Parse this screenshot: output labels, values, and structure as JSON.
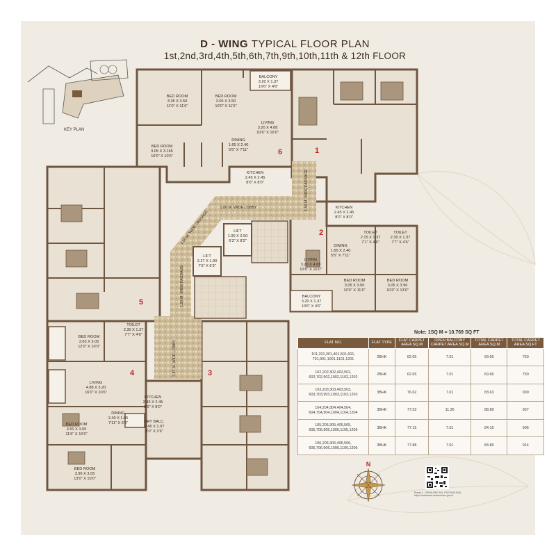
{
  "title": {
    "wing": "D - WING",
    "rest": "TYPICAL FLOOR PLAN",
    "floors": "1st,2nd,3rd,4th,5th,6th,7th,9th,10th,11th & 12th FLOOR"
  },
  "key_plan": "KEY PLAN",
  "rooms": {
    "bed1": {
      "name": "BED ROOM",
      "dims": "3.35 X 3.50",
      "imp": "11'0\" X 11'6\""
    },
    "bed2": {
      "name": "BED ROOM",
      "dims": "3.05 X 3.50",
      "imp": "10'0\" X 11'6\""
    },
    "balcony6": {
      "name": "BALCONY",
      "dims": "3.20 X 1.37",
      "imp": "10'6\" X 4'6\""
    },
    "living6": {
      "name": "LIVING",
      "dims": "3.20 X 4.88",
      "imp": "10'6\" X 16'0\""
    },
    "bed3": {
      "name": "BED ROOM",
      "dims": "3.05 X 3.165",
      "imp": "10'0\" X 10'5\""
    },
    "dining6": {
      "name": "DINING",
      "dims": "1.65 X 2.40",
      "imp": "5'5\" X 7'11\""
    },
    "kitchen6": {
      "name": "KITCHEN",
      "dims": "2.45 X 2.45",
      "imp": "8'0\" X 8'0\""
    },
    "kitchen2": {
      "name": "KITCHEN",
      "dims": "2.45 X 2.45",
      "imp": "8'0\" X 8'0\""
    },
    "toilet2a": {
      "name": "TOILET",
      "dims": "2.15 X 1.37",
      "imp": "7'1\" X 4'6\""
    },
    "toilet2b": {
      "name": "TOILET",
      "dims": "2.30 X 1.37",
      "imp": "7'7\" X 4'6\""
    },
    "dining2": {
      "name": "DINING",
      "dims": "1.65 X 2.40",
      "imp": "5'5\" X 7'11\""
    },
    "living2": {
      "name": "LIVING",
      "dims": "3.20 X 4.88",
      "imp": "10'6\" X 16'0\""
    },
    "bed2a": {
      "name": "BED ROOM",
      "dims": "3.05 X 3.50",
      "imp": "10'0\" X 11'6\""
    },
    "bed2b": {
      "name": "BED ROOM",
      "dims": "3.05 X 3.96",
      "imp": "10'0\" X 13'0\""
    },
    "balcony2": {
      "name": "BALCONY",
      "dims": "3.20 X 1.37",
      "imp": "10'6\" X 4'6\""
    },
    "lift1": {
      "name": "LIFT",
      "dims": "1.90 X 2.50",
      "imp": "6'3\" X 8'2\""
    },
    "lift2": {
      "name": "LIFT",
      "dims": "2.27 X 1.90",
      "imp": "7'5\" X 6'3\""
    },
    "toilet4": {
      "name": "TOILET",
      "dims": "2.30 X 1.37",
      "imp": "7'7\" X 4'6\""
    },
    "bed4a": {
      "name": "BED ROOM",
      "dims": "3.65 X 3.05",
      "imp": "12'0\" X 10'0\""
    },
    "living4": {
      "name": "LIVING",
      "dims": "4.88 X 3.20",
      "imp": "16'0\" X 10'6\""
    },
    "kitchen4": {
      "name": "KITCHEN",
      "dims": "2.45 X 2.45",
      "imp": "8'0\" X 8'0\""
    },
    "dining4": {
      "name": "DINING",
      "dims": "2.40 X 1.65",
      "imp": "7'11\" X 5'5\""
    },
    "drybalc4": {
      "name": "DRY BALC.",
      "dims": "2.45 X 1.07",
      "imp": "8'0\" X 3'6\""
    },
    "bed4b": {
      "name": "BED ROOM",
      "dims": "3.50 X 3.05",
      "imp": "11'6\" X 10'0\""
    },
    "bed4c": {
      "name": "BED ROOM",
      "dims": "3.96 X 3.05",
      "imp": "13'0\" X 10'0\""
    }
  },
  "passages": {
    "lobby_h": "1.80 M. WIDE LOBBY",
    "pass_v": "1.50 M. WIDE PASSAGE",
    "pass_d": "1.50 M. WIDE PASSAGE",
    "pass_l": "1.50 M. WIDE PASSAGE",
    "lobby_v": "2.87 M. WIDE LOBBY"
  },
  "flat_markers": [
    "1",
    "2",
    "3",
    "4",
    "5",
    "6"
  ],
  "north": "N",
  "note": "Note: 1SQ M = 10.769 SQ FT",
  "table": {
    "headers": [
      "FLAT NO.",
      "FLAT TYPE",
      "FLAT CARPET AREA SQ.M",
      "OPEN BALCONY CARPET AREA SQ.M",
      "TOTAL CARPET AREA SQ.M",
      "TOTAL CARPET AREA SQ.FT"
    ],
    "rows": [
      [
        "101,201,301,401,501,601,\n701,901,1001,1101,1201",
        "2BHK",
        "62.65",
        "7.01",
        "69.66",
        "750"
      ],
      [
        "102,202,302,402,502,\n602,702,902,1002,1102,1202",
        "2BHK",
        "62.65",
        "7.01",
        "69.66",
        "750"
      ],
      [
        "103,203,303,403,503,\n603,703,903,1003,1103,1203",
        "3BHK",
        "76.62",
        "7.01",
        "83.63",
        "900"
      ],
      [
        "104,204,304,404,504,\n604,704,904,1004,1104,1204",
        "3BHK",
        "77.53",
        "11.36",
        "88.89",
        "957"
      ],
      [
        "105,205,305,405,505,\n605,705,905,1005,1105,1205",
        "3BHK",
        "77.15",
        "7.01",
        "84.16",
        "906"
      ],
      [
        "106,206,306,406,506,\n606,706,906,1006,1106,1206",
        "3BHK",
        "77.88",
        "7.01",
        "84.89",
        "914"
      ]
    ]
  },
  "rera_text": "Phase 2 - RERA REG NO. P52700013001 https://maharera.mahaonline.gov.in",
  "colors": {
    "wall": "#6e5540",
    "board": "#f1ece3",
    "marker": "#c0262c",
    "header": "#7a5a3c",
    "lobby": "#cdbb98"
  }
}
